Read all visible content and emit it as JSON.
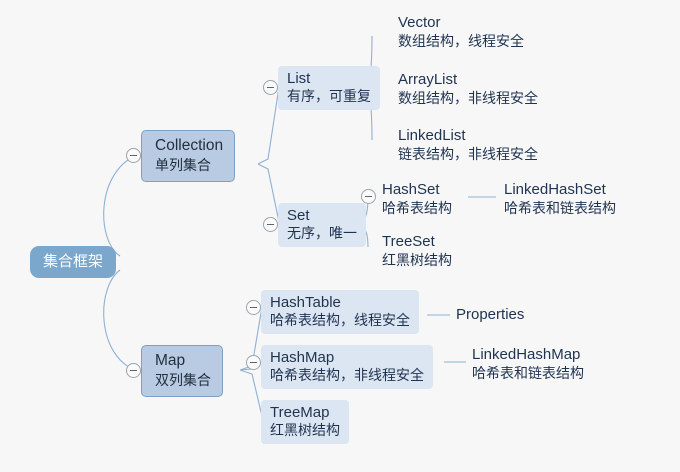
{
  "diagram": {
    "title": "集合框架",
    "background_color": "#f7f7f7",
    "link_color": "#8fb0d2",
    "root_fill": "#7ba7cc",
    "branch_fill": "#b9cbe2",
    "branch_border": "#7f9fc4",
    "soft_fill": "#dce6f2",
    "text_color": "#1f3350",
    "root_text_color": "#ffffff"
  },
  "nodes": {
    "root": {
      "title": "集合框架"
    },
    "collection": {
      "title": "Collection",
      "sub": "单列集合"
    },
    "list": {
      "title": "List",
      "sub": "有序，可重复"
    },
    "vector": {
      "title": "Vector",
      "sub": "数组结构，线程安全"
    },
    "arraylist": {
      "title": "ArrayList",
      "sub": "数组结构，非线程安全"
    },
    "linkedlist": {
      "title": "LinkedList",
      "sub": "链表结构，非线程安全"
    },
    "set": {
      "title": "Set",
      "sub": "无序，唯一"
    },
    "hashset": {
      "title": "HashSet",
      "sub": "哈希表结构"
    },
    "linkedhashset": {
      "title": "LinkedHashSet",
      "sub": "哈希表和链表结构"
    },
    "treeset": {
      "title": "TreeSet",
      "sub": "红黑树结构"
    },
    "map": {
      "title": "Map",
      "sub": "双列集合"
    },
    "hashtable": {
      "title": "HashTable",
      "sub": "哈希表结构，线程安全"
    },
    "properties": {
      "title": "Properties"
    },
    "hashmap": {
      "title": "HashMap",
      "sub": "哈希表结构，非线程安全"
    },
    "linkedhashmap": {
      "title": "LinkedHashMap",
      "sub": "哈希表和链表结构"
    },
    "treemap": {
      "title": "TreeMap",
      "sub": "红黑树结构"
    }
  },
  "toggles": {
    "collection": "minus",
    "map": "minus",
    "list": "minus",
    "set": "minus",
    "hashset": "minus",
    "hashtable": "minus",
    "hashmap": "minus"
  }
}
